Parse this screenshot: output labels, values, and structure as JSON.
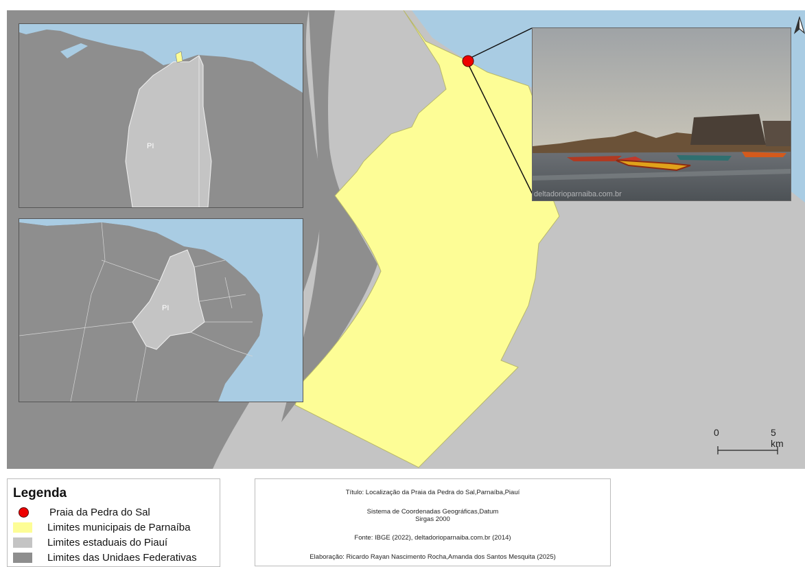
{
  "map": {
    "colors": {
      "water": "#a9cce3",
      "states_limit": "#8e8e8e",
      "piaui_limit": "#c4c4c4",
      "parnaiba": "#fdfd96",
      "point": "#ee0000"
    },
    "inset_label_top": "PI",
    "inset_label_bottom": "PI",
    "photo_watermark": "deltadorioparnaiba.com.br",
    "north_arrow_icon": "north-arrow-icon",
    "scale": {
      "start_label": "0",
      "end_label": "5 km"
    }
  },
  "legend": {
    "title": "Legenda",
    "items": [
      {
        "label": "Praia da Pedra do Sal",
        "symbol": "circle",
        "color": "#ee0000"
      },
      {
        "label": "Limites municipais de Parnaíba",
        "symbol": "rect",
        "color": "#fdfd96"
      },
      {
        "label": "Limites estaduais do Piauí",
        "symbol": "rect",
        "color": "#c4c4c4"
      },
      {
        "label": "Limites das Unidaes Federativas",
        "symbol": "rect",
        "color": "#8e8e8e"
      }
    ]
  },
  "info": {
    "title": "Título: Localização  da Praia da Pedra do Sal,Parnaíba,Piauí",
    "crs_line1": "Sistema de Coordenadas Geográficas,Datum",
    "crs_line2": "Sirgas 2000",
    "source": "Fonte: IBGE (2022), deltadorioparnaiba.com.br (2014)",
    "authors": "Elaboração: Ricardo Rayan Nascimento Rocha,Amanda dos Santos Mesquita (2025)"
  }
}
